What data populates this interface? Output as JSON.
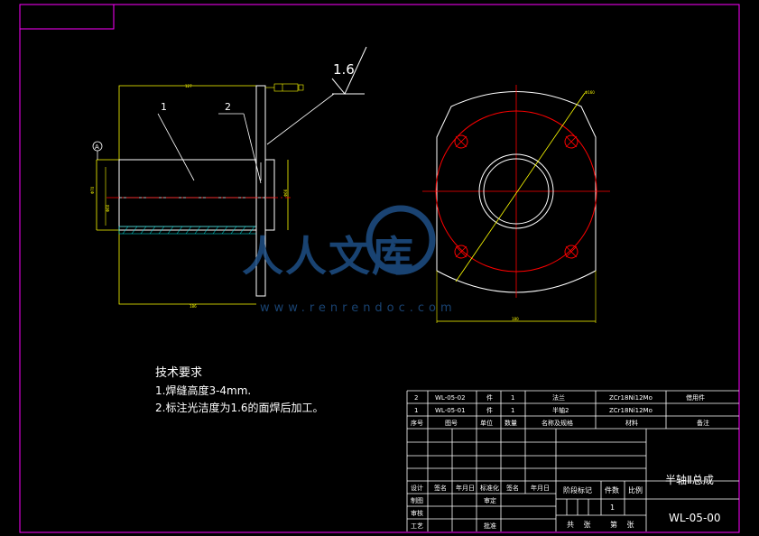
{
  "drawing": {
    "roughness_value": "1.6",
    "part_callouts": [
      "1",
      "2"
    ],
    "section_mark": "A",
    "watermark_logo_text": "人人文库",
    "watermark_url": "www.renrendoc.com"
  },
  "tech_requirements": {
    "title": "技术要求",
    "items": [
      "1.焊缝高度3-4mm.",
      "2.标注光洁度为1.6的面焊后加工。"
    ]
  },
  "bom": {
    "rows": [
      {
        "seq": "2",
        "code": "WL-05-02",
        "unit": "件",
        "qty": "1",
        "name": "法兰",
        "material": "ZCr18Ni12Mo",
        "remark": "借用件"
      },
      {
        "seq": "1",
        "code": "WL-05-01",
        "unit": "件",
        "qty": "1",
        "name": "半轴2",
        "material": "ZCr18Ni12Mo",
        "remark": ""
      }
    ],
    "header": {
      "seq": "序号",
      "code": "图号",
      "unit": "单位",
      "qty": "数量",
      "name": "名称及规格",
      "material": "材料",
      "remark": "备注"
    }
  },
  "title_block": {
    "part_name": "半轴Ⅱ总成",
    "drawing_number": "WL-05-00",
    "stage_label": "阶段标记",
    "count_label": "件数",
    "scale_label": "比例",
    "count_value": "1",
    "sheet_total": "共 张",
    "sheet_no": "第 张",
    "sign_rows": [
      {
        "role": "设计",
        "name": "签名",
        "date": "年月日",
        "role2": "标准化",
        "name2": "签名",
        "date2": "年月日"
      },
      {
        "role": "制图",
        "role2": "审定"
      },
      {
        "role": "审核",
        "role2": ""
      },
      {
        "role": "工艺",
        "role2": "批准"
      }
    ]
  },
  "colors": {
    "background": "#000000",
    "border": "#ff00ff",
    "outline": "#ffffff",
    "dimension": "#ffff00",
    "centerline": "#ff0000",
    "watermark": "#1e4f86"
  }
}
